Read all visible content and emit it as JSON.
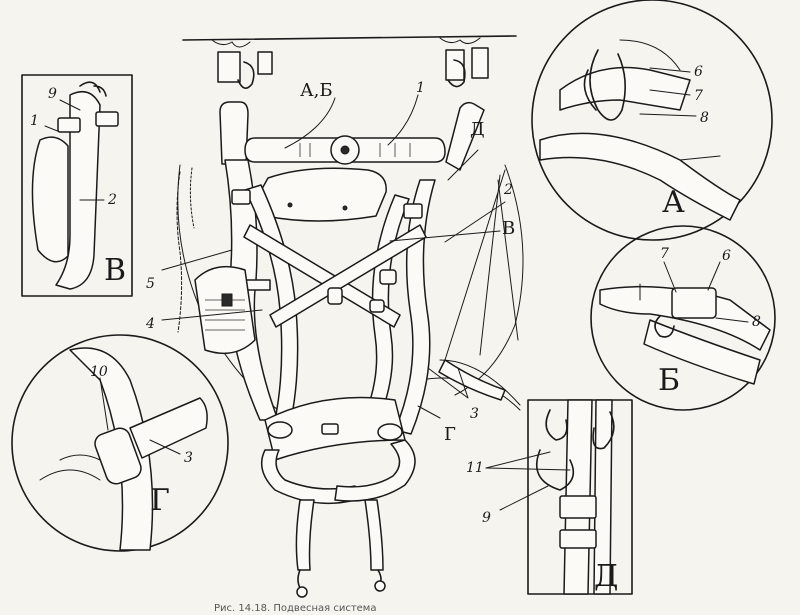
{
  "figure": {
    "caption": "Рис. 14.18. Подвесная система",
    "labels": {
      "n1": "1",
      "n2": "2",
      "n3": "3",
      "n4": "4",
      "n5": "5",
      "n6": "6",
      "n7": "7",
      "n8": "8",
      "n9": "9",
      "n10": "10",
      "n11": "11",
      "ab": "А,Б",
      "a": "А",
      "b": "Б",
      "v": "В",
      "g": "Г",
      "d": "Д"
    }
  },
  "insets": {
    "A": {
      "letter": "А",
      "numbers": [
        "6",
        "7",
        "8"
      ]
    },
    "B": {
      "letter": "Б",
      "numbers": [
        "7",
        "6",
        "8"
      ]
    },
    "V": {
      "letter": "В",
      "numbers": [
        "9",
        "1",
        "2"
      ]
    },
    "G": {
      "letter": "Г",
      "numbers": [
        "10",
        "3"
      ]
    },
    "D": {
      "letter": "Д",
      "numbers": [
        "11",
        "9"
      ]
    }
  }
}
